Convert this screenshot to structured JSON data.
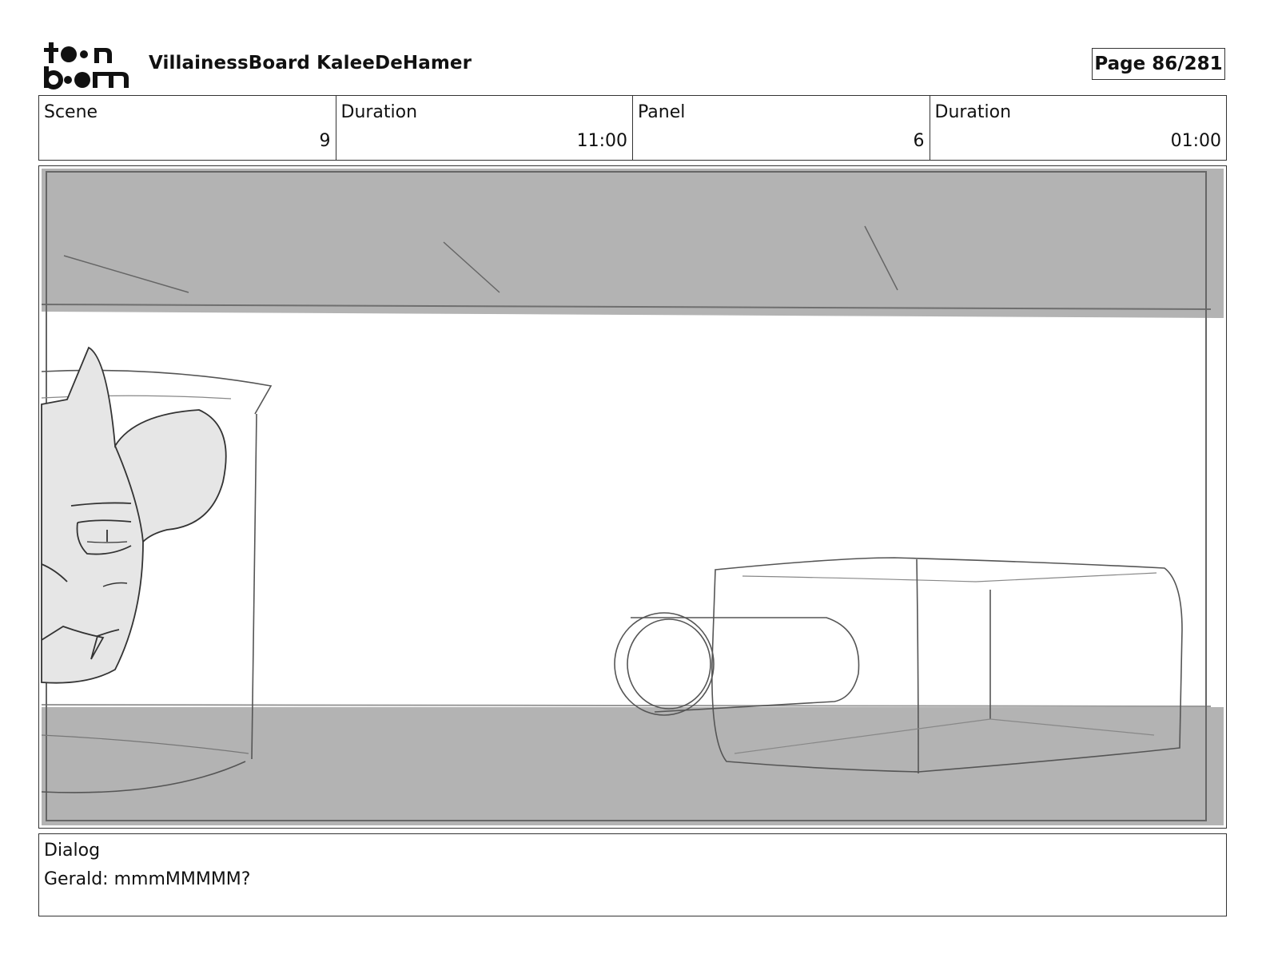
{
  "header": {
    "logo": {
      "line1": "toon",
      "line2": "boom",
      "icon": "toonboom-logo"
    },
    "project_title": "VillainessBoard KaleeDeHamer",
    "page_label": "Page",
    "page_value": "86/281"
  },
  "info": {
    "scene_label": "Scene",
    "scene_value": "9",
    "scene_duration_label": "Duration",
    "scene_duration_value": "11:00",
    "panel_label": "Panel",
    "panel_value": "6",
    "panel_duration_label": "Duration",
    "panel_duration_value": "01:00"
  },
  "panel_image": {
    "icon": "storyboard-sketch",
    "colors": {
      "shelf_gray": "#b3b3b3",
      "face_fill": "#e6e6e6",
      "stroke": "#555555"
    }
  },
  "dialog": {
    "label": "Dialog",
    "text": "Gerald: mmmMMMMM?"
  }
}
